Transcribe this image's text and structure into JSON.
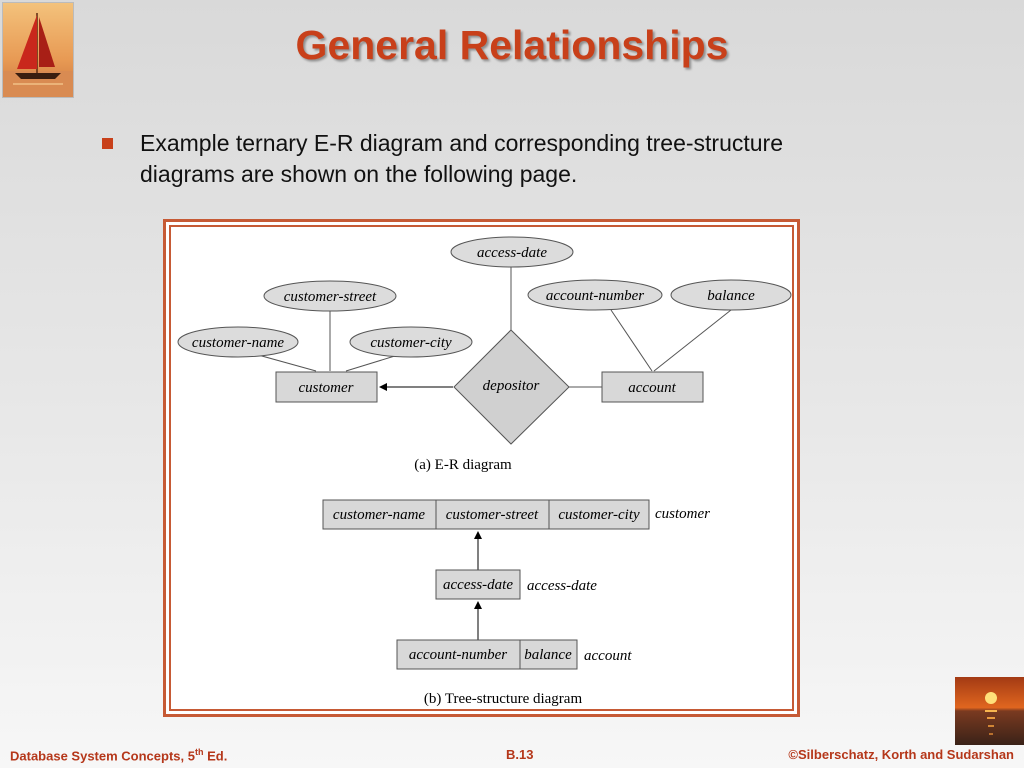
{
  "slide": {
    "title": "General Relationships",
    "bullet": "Example ternary E-R diagram and corresponding tree-structure diagrams are shown on the following page."
  },
  "er_diagram": {
    "attributes": {
      "access_date": "access-date",
      "customer_street": "customer-street",
      "customer_name": "customer-name",
      "customer_city": "customer-city",
      "account_number": "account-number",
      "balance": "balance"
    },
    "entities": {
      "customer": "customer",
      "account": "account"
    },
    "relationship": "depositor",
    "caption": "(a) E-R diagram"
  },
  "tree_diagram": {
    "customer_record": {
      "fields": [
        "customer-name",
        "customer-street",
        "customer-city"
      ],
      "label": "customer"
    },
    "access_record": {
      "fields": [
        "access-date"
      ],
      "label": "access-date"
    },
    "account_record": {
      "fields": [
        "account-number",
        "balance"
      ],
      "label": "account"
    },
    "caption": "(b) Tree-structure diagram"
  },
  "footer": {
    "left_prefix": "Database System Concepts, 5",
    "left_sup": "th",
    "left_suffix": " Ed.",
    "center": "B.13",
    "right": "©Silberschatz, Korth and Sudarshan"
  },
  "colors": {
    "title": "#c8401a",
    "accent": "#c65a35",
    "shape_fill": "#d8d8d8"
  }
}
